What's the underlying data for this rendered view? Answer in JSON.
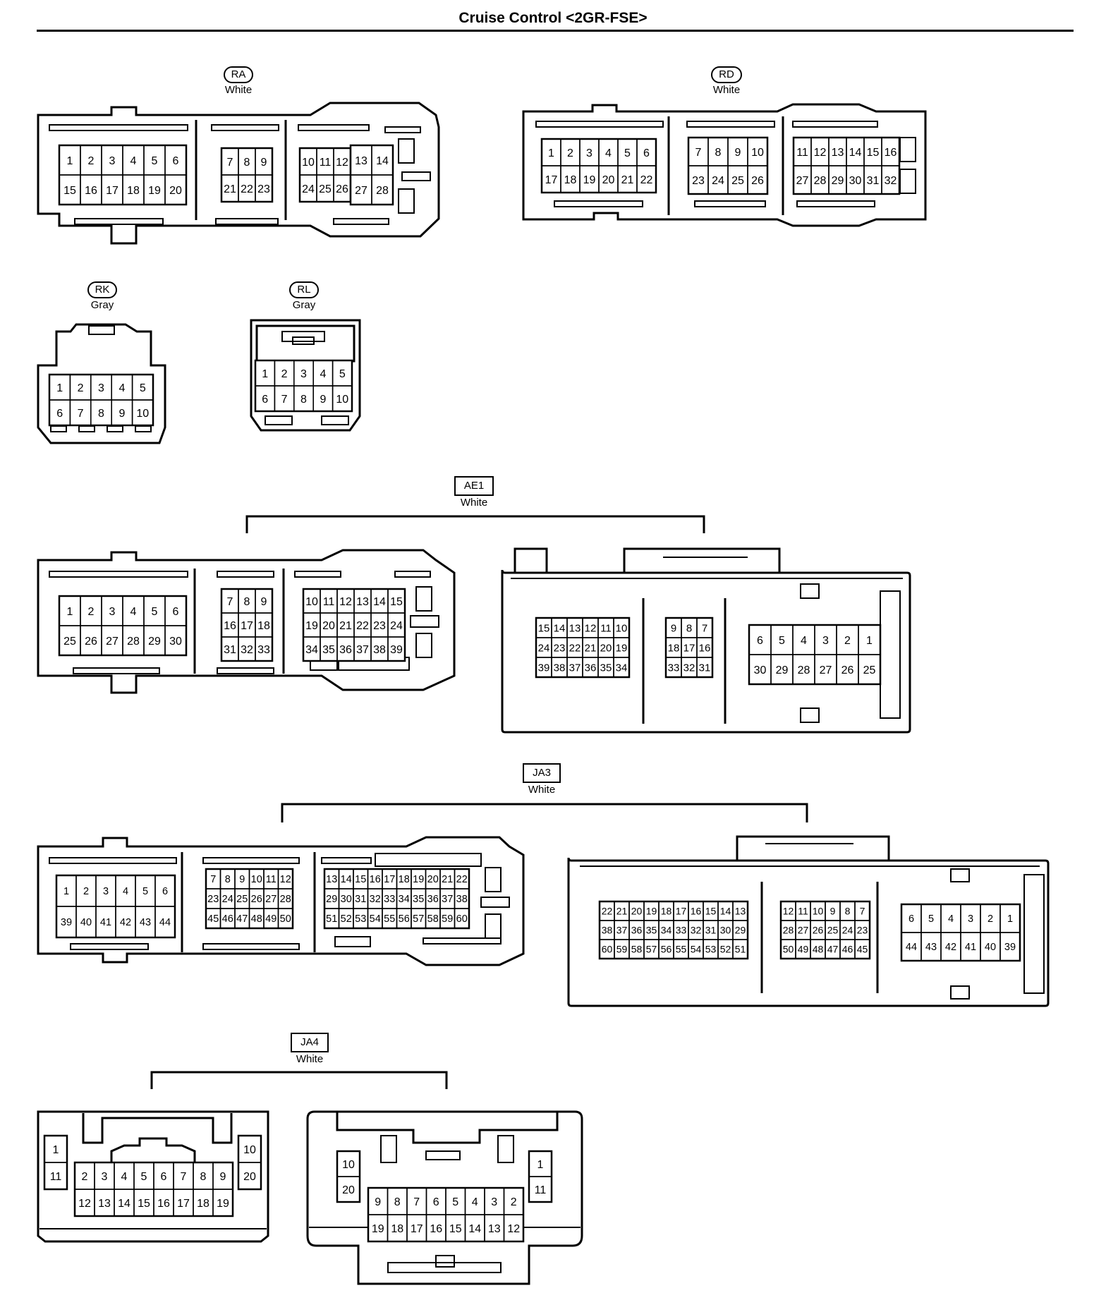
{
  "title": "Cruise Control <2GR-FSE>",
  "connectors": [
    {
      "id": "ra",
      "code": "RA",
      "color": "White",
      "groups": [
        [
          [
            "1",
            "2",
            "3",
            "4",
            "5",
            "6"
          ],
          [
            "15",
            "16",
            "17",
            "18",
            "19",
            "20"
          ]
        ],
        [
          [
            "7",
            "8",
            "9"
          ],
          [
            "21",
            "22",
            "23"
          ]
        ],
        [
          [
            "10",
            "11",
            "12",
            "13",
            "14"
          ],
          [
            "24",
            "25",
            "26",
            "27",
            "28"
          ]
        ]
      ]
    },
    {
      "id": "rd",
      "code": "RD",
      "color": "White",
      "groups": [
        [
          [
            "1",
            "2",
            "3",
            "4",
            "5",
            "6"
          ],
          [
            "17",
            "18",
            "19",
            "20",
            "21",
            "22"
          ]
        ],
        [
          [
            "7",
            "8",
            "9",
            "10"
          ],
          [
            "23",
            "24",
            "25",
            "26"
          ]
        ],
        [
          [
            "11",
            "12",
            "13",
            "14",
            "15",
            "16"
          ],
          [
            "27",
            "28",
            "29",
            "30",
            "31",
            "32"
          ]
        ]
      ]
    },
    {
      "id": "rk",
      "code": "RK",
      "color": "Gray",
      "groups": [
        [
          [
            "1",
            "2",
            "3",
            "4",
            "5"
          ],
          [
            "6",
            "7",
            "8",
            "9",
            "10"
          ]
        ]
      ]
    },
    {
      "id": "rl",
      "code": "RL",
      "color": "Gray",
      "groups": [
        [
          [
            "1",
            "2",
            "3",
            "4",
            "5"
          ],
          [
            "6",
            "7",
            "8",
            "9",
            "10"
          ]
        ]
      ]
    },
    {
      "id": "ae1",
      "code": "AE1",
      "color": "White",
      "left": [
        [
          [
            "1",
            "2",
            "3",
            "4",
            "5",
            "6"
          ],
          [
            "25",
            "26",
            "27",
            "28",
            "29",
            "30"
          ]
        ],
        [
          [
            "7",
            "8",
            "9"
          ],
          [
            "16",
            "17",
            "18"
          ],
          [
            "31",
            "32",
            "33"
          ]
        ],
        [
          [
            "10",
            "11",
            "12",
            "13",
            "14",
            "15"
          ],
          [
            "19",
            "20",
            "21",
            "22",
            "23",
            "24"
          ],
          [
            "34",
            "35",
            "36",
            "37",
            "38",
            "39"
          ]
        ]
      ],
      "right": [
        [
          [
            "15",
            "14",
            "13",
            "12",
            "11",
            "10"
          ],
          [
            "24",
            "23",
            "22",
            "21",
            "20",
            "19"
          ],
          [
            "39",
            "38",
            "37",
            "36",
            "35",
            "34"
          ]
        ],
        [
          [
            "9",
            "8",
            "7"
          ],
          [
            "18",
            "17",
            "16"
          ],
          [
            "33",
            "32",
            "31"
          ]
        ],
        [
          [
            "6",
            "5",
            "4",
            "3",
            "2",
            "1"
          ],
          [
            "30",
            "29",
            "28",
            "27",
            "26",
            "25"
          ]
        ]
      ]
    },
    {
      "id": "ja3",
      "code": "JA3",
      "color": "White",
      "left": [
        [
          [
            "1",
            "2",
            "3",
            "4",
            "5",
            "6"
          ],
          [
            "39",
            "40",
            "41",
            "42",
            "43",
            "44"
          ]
        ],
        [
          [
            "7",
            "8",
            "9",
            "10",
            "11",
            "12"
          ],
          [
            "23",
            "24",
            "25",
            "26",
            "27",
            "28"
          ],
          [
            "45",
            "46",
            "47",
            "48",
            "49",
            "50"
          ]
        ],
        [
          [
            "13",
            "14",
            "15",
            "16",
            "17",
            "18",
            "19",
            "20",
            "21",
            "22"
          ],
          [
            "29",
            "30",
            "31",
            "32",
            "33",
            "34",
            "35",
            "36",
            "37",
            "38"
          ],
          [
            "51",
            "52",
            "53",
            "54",
            "55",
            "56",
            "57",
            "58",
            "59",
            "60"
          ]
        ]
      ],
      "right": [
        [
          [
            "22",
            "21",
            "20",
            "19",
            "18",
            "17",
            "16",
            "15",
            "14",
            "13"
          ],
          [
            "38",
            "37",
            "36",
            "35",
            "34",
            "33",
            "32",
            "31",
            "30",
            "29"
          ],
          [
            "60",
            "59",
            "58",
            "57",
            "56",
            "55",
            "54",
            "53",
            "52",
            "51"
          ]
        ],
        [
          [
            "12",
            "11",
            "10",
            "9",
            "8",
            "7"
          ],
          [
            "28",
            "27",
            "26",
            "25",
            "24",
            "23"
          ],
          [
            "50",
            "49",
            "48",
            "47",
            "46",
            "45"
          ]
        ],
        [
          [
            "6",
            "5",
            "4",
            "3",
            "2",
            "1"
          ],
          [
            "44",
            "43",
            "42",
            "41",
            "40",
            "39"
          ]
        ]
      ]
    },
    {
      "id": "ja4",
      "code": "JA4",
      "color": "White",
      "left": [
        [
          [
            "1"
          ],
          [
            "11"
          ]
        ],
        [
          [
            "2",
            "3",
            "4",
            "5",
            "6",
            "7",
            "8",
            "9"
          ],
          [
            "12",
            "13",
            "14",
            "15",
            "16",
            "17",
            "18",
            "19"
          ]
        ],
        [
          [
            "10"
          ],
          [
            "20"
          ]
        ]
      ],
      "right": [
        [
          [
            "10"
          ],
          [
            "20"
          ]
        ],
        [
          [
            "9",
            "8",
            "7",
            "6",
            "5",
            "4",
            "3",
            "2"
          ],
          [
            "19",
            "18",
            "17",
            "16",
            "15",
            "14",
            "13",
            "12"
          ]
        ],
        [
          [
            "1"
          ],
          [
            "11"
          ]
        ]
      ]
    }
  ]
}
